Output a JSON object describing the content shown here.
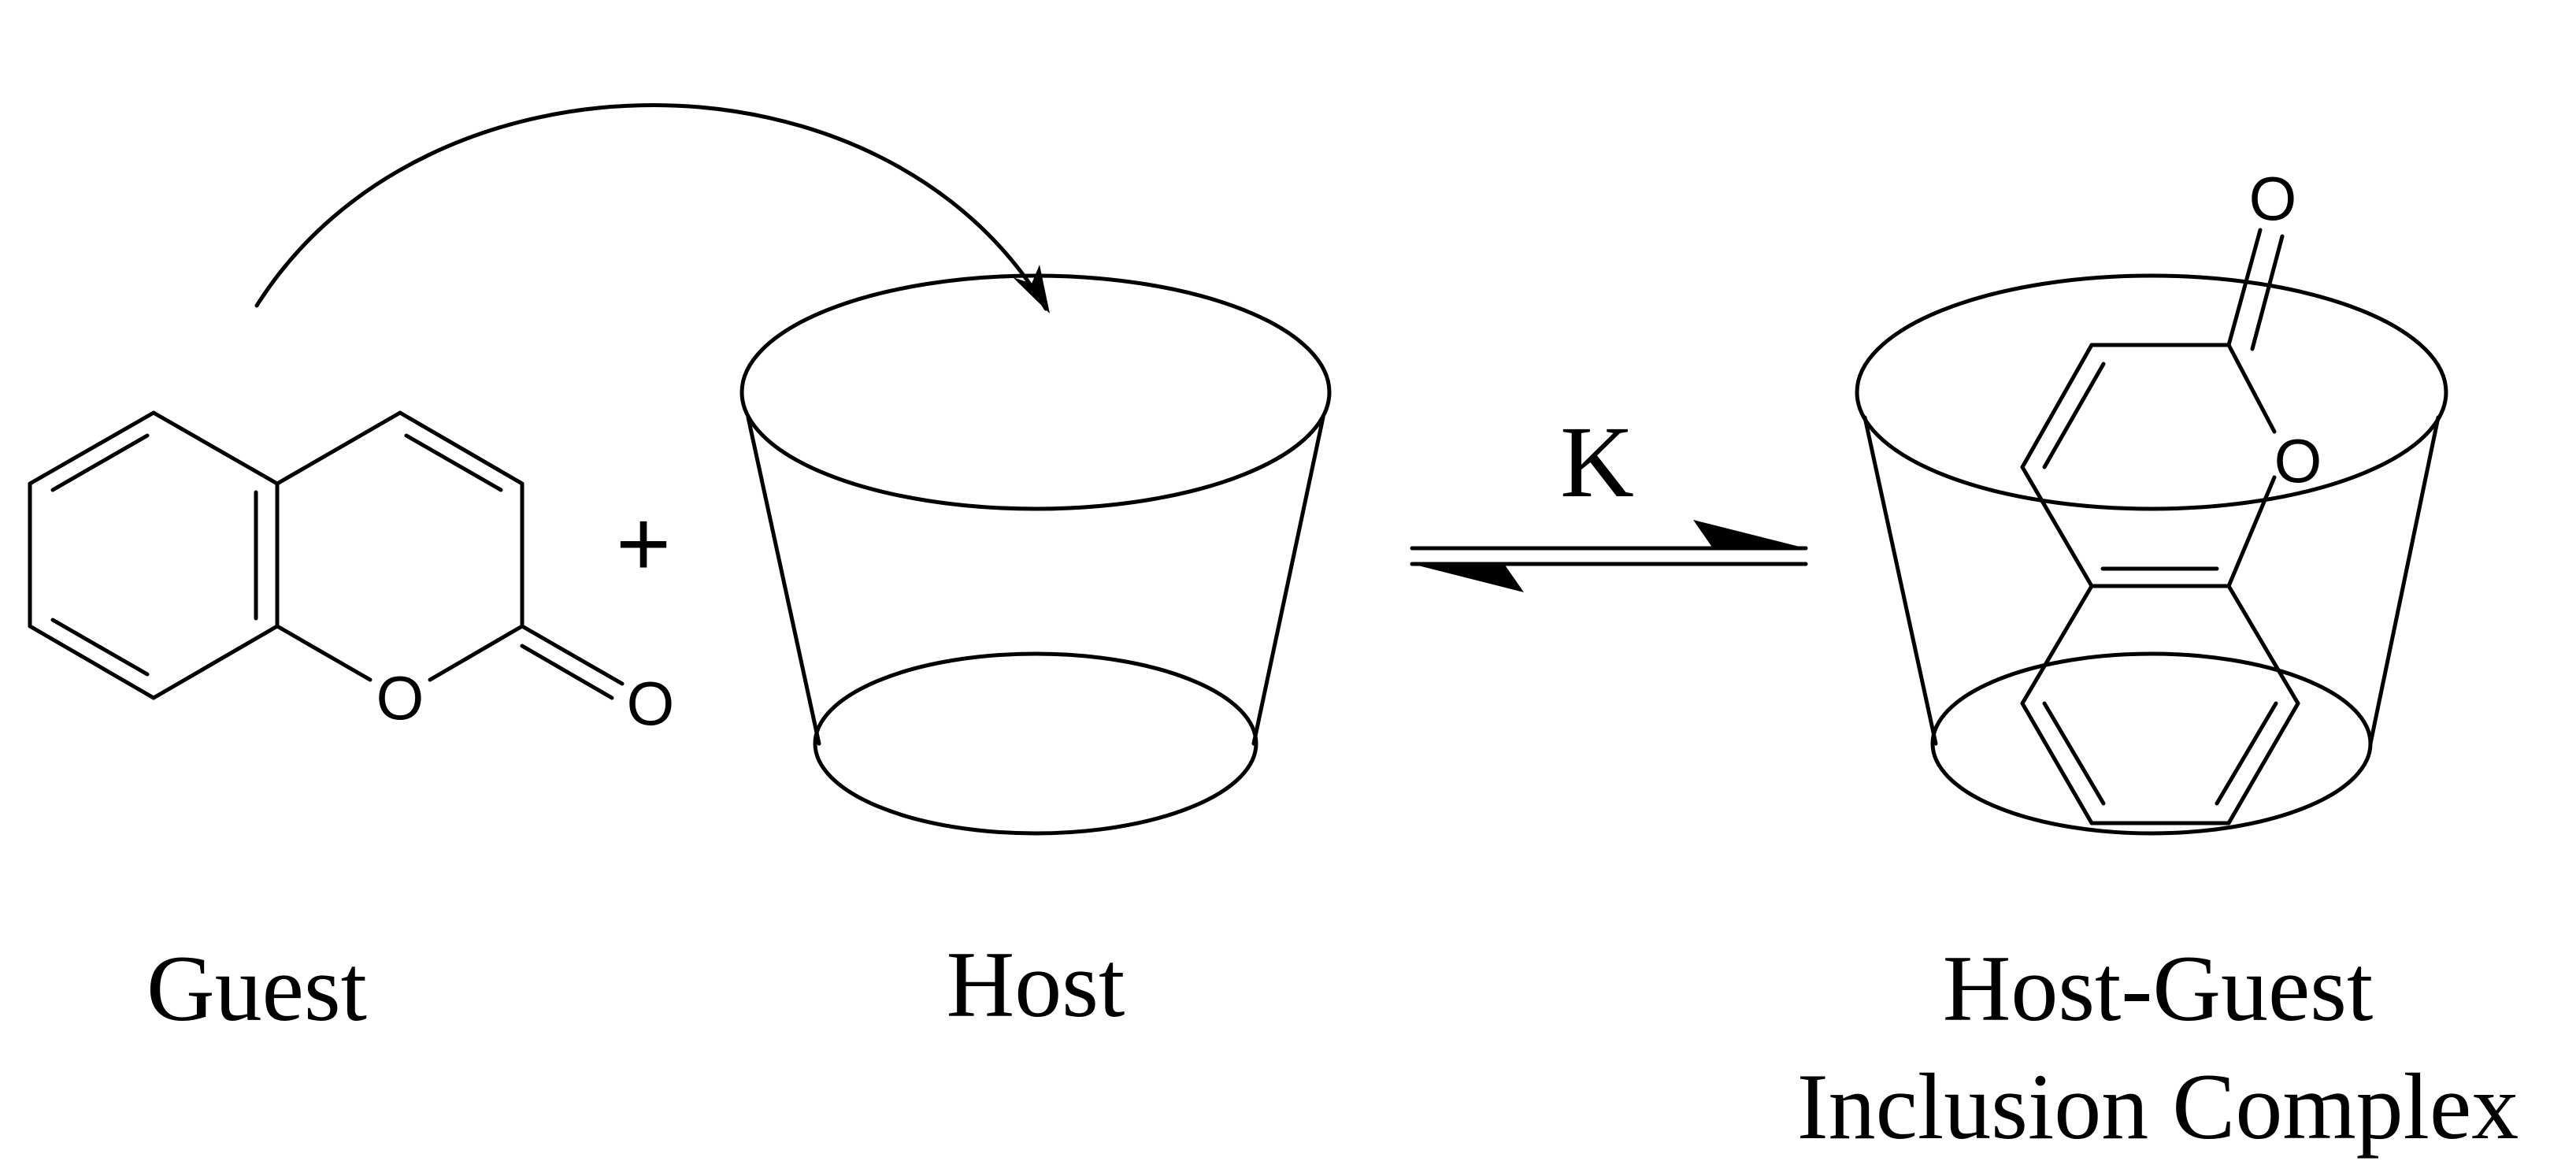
{
  "labels": {
    "guest": "Guest",
    "host": "Host",
    "complex_line1": "Host-Guest",
    "complex_line2": "Inclusion Complex",
    "plus": "+",
    "equilibrium_constant": "K"
  },
  "atoms": {
    "guest_ring_oxygen": "O",
    "guest_carbonyl_oxygen": "O",
    "complex_ring_oxygen": "O",
    "complex_carbonyl_oxygen": "O"
  }
}
